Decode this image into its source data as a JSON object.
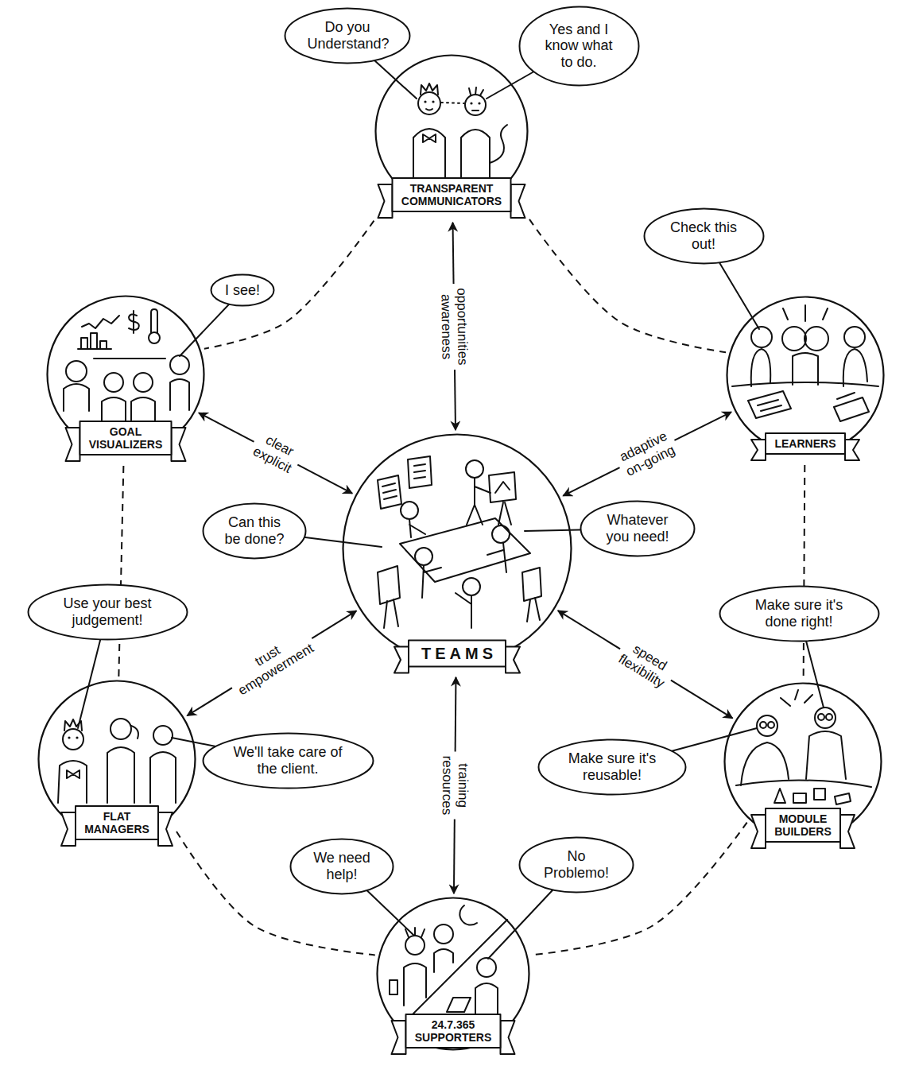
{
  "diagram": {
    "nodes": [
      {
        "text": [
          "Do you Understand?"
        ]
      },
      {
        "text": [
          "Yes and I know what to do."
        ]
      },
      {
        "text": [
          "TRANSPARENT COMMUNICATORS"
        ]
      },
      {
        "text": [
          "Check this out!"
        ]
      },
      {
        "text": [
          "I see!"
        ]
      },
      {
        "text": [
          "GOAL VISUALIZERS"
        ]
      },
      {
        "text": [
          "LEARNERS"
        ]
      },
      {
        "text": [
          "TEAMS"
        ]
      },
      {
        "text": [
          "Can this be done?"
        ]
      },
      {
        "text": [
          "Whatever you need!"
        ]
      },
      {
        "text": [
          "Use your best judgement!"
        ]
      },
      {
        "text": [
          "Make sure it's done right!"
        ]
      },
      {
        "text": [
          "FLAT MANAGERS"
        ]
      },
      {
        "text": [
          "We'll take care of the client."
        ]
      },
      {
        "text": [
          "Make sure it's reusable!"
        ]
      },
      {
        "text": [
          "MODULE BUILDERS"
        ]
      },
      {
        "text": [
          "We need help!"
        ]
      },
      {
        "text": [
          "No Problemo!"
        ]
      },
      {
        "text": [
          "24.7.365 SUPPORTERS"
        ]
      }
    ],
    "edges": [
      {
        "from": 2,
        "to": 5,
        "arrow": "none"
      },
      {
        "from": 2,
        "to": 6,
        "arrow": "none"
      },
      {
        "from": 2,
        "to": 7,
        "label": "opportunities awareness",
        "arrow": "both"
      },
      {
        "from": 5,
        "to": 7,
        "label": "clear explicit",
        "arrow": "both"
      },
      {
        "from": 6,
        "to": 7,
        "label": "adaptive on-going",
        "arrow": "both"
      },
      {
        "from": 5,
        "to": 12,
        "arrow": "none"
      },
      {
        "from": 6,
        "to": 15,
        "arrow": "none"
      },
      {
        "from": 7,
        "to": 12,
        "label": "trust empowerment",
        "arrow": "both"
      },
      {
        "from": 7,
        "to": 15,
        "label": "speed flexibility",
        "arrow": "both"
      },
      {
        "from": 7,
        "to": 18,
        "label": "training resources",
        "arrow": "both"
      },
      {
        "from": 12,
        "to": 18,
        "arrow": "none"
      },
      {
        "from": 15,
        "to": 18,
        "arrow": "none"
      }
    ]
  }
}
